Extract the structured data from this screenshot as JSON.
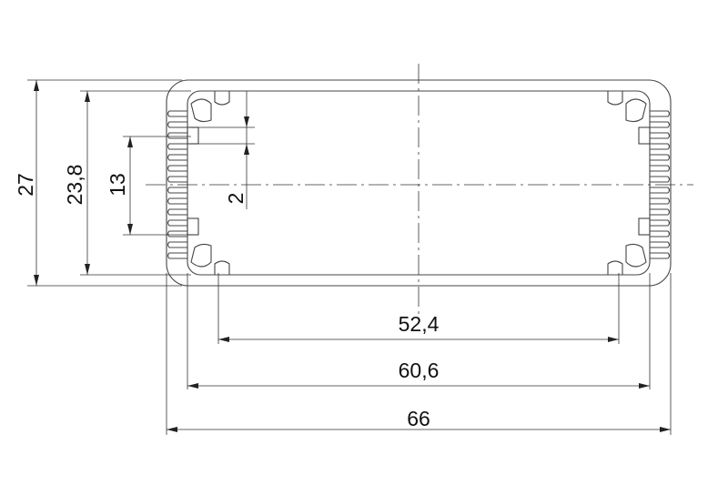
{
  "dimensions": {
    "total_height": "27",
    "inner_height": "23,8",
    "fin_zone_height": "13",
    "rib_gap": "2",
    "slot_spacing": "52,4",
    "inner_width": "60,6",
    "total_width": "66"
  }
}
